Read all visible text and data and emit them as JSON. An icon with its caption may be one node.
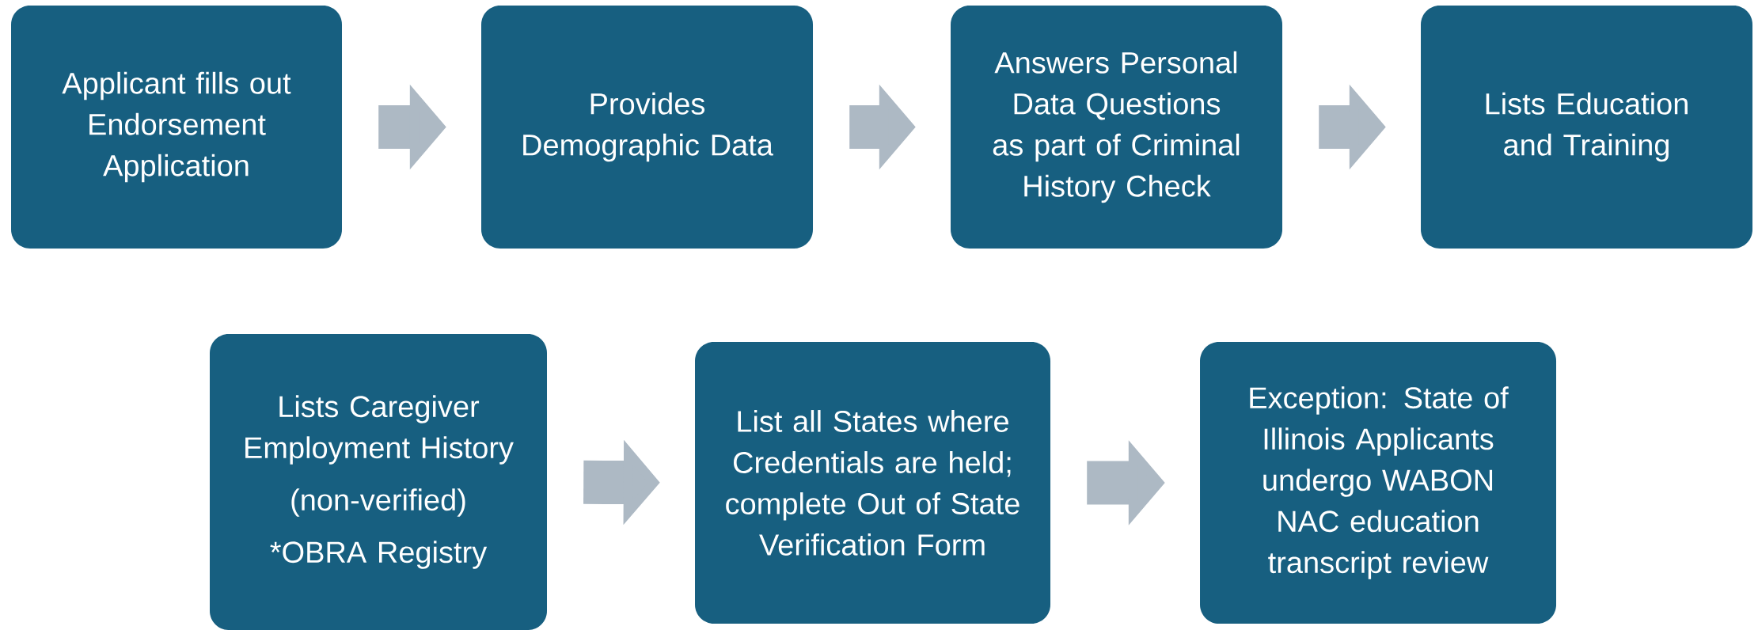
{
  "diagram": {
    "nodes": [
      {
        "text": [
          "Applicant fills out Endorsement Application"
        ]
      },
      {
        "text": [
          "Provides Demographic Data"
        ]
      },
      {
        "text": [
          "Answers Personal Data Questions as part of Criminal History Check"
        ]
      },
      {
        "text": [
          "Lists Education and Training"
        ]
      },
      {
        "text": [
          "Lists Caregiver Employment History",
          "(non-verified)",
          "*OBRA Registry"
        ]
      },
      {
        "text": [
          "List all States where Credentials are held; complete Out of State Verification Form"
        ]
      },
      {
        "text": [
          "Exception: State of Illinois Applicants undergo WABON NAC education transcript review"
        ]
      }
    ],
    "edges": [
      {
        "from": 0,
        "to": 1,
        "arrow": "to"
      },
      {
        "from": 1,
        "to": 2,
        "arrow": "to"
      },
      {
        "from": 2,
        "to": 3,
        "arrow": "to"
      },
      {
        "from": 4,
        "to": 5,
        "arrow": "to"
      },
      {
        "from": 5,
        "to": 6,
        "arrow": "to"
      }
    ]
  }
}
